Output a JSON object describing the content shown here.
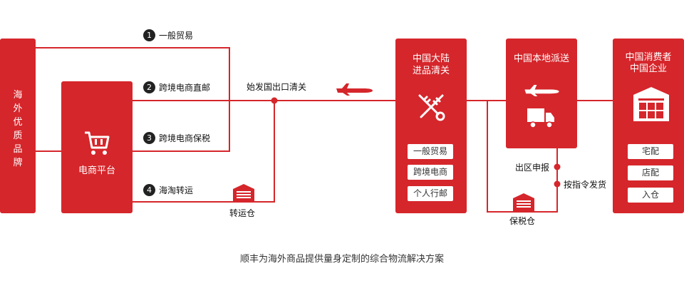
{
  "brand_box": {
    "label": "海外优质品牌",
    "chars": [
      "海",
      "外",
      "优",
      "质",
      "品",
      "牌"
    ]
  },
  "platform_box": {
    "label": "电商平台",
    "icon": "shopping-cart-icon"
  },
  "routes": [
    {
      "number": "1",
      "label": "一般贸易"
    },
    {
      "number": "2",
      "label": "跨境电商直邮"
    },
    {
      "number": "3",
      "label": "跨境电商保税"
    },
    {
      "number": "4",
      "label": "海淘转运"
    }
  ],
  "origin_clearance_label": "始发国出口清关",
  "transit_warehouse_label": "转运仓",
  "customs_box": {
    "title_line1": "中国大陆",
    "title_line2": "进品清关",
    "icon": "customs-key-icon",
    "items": [
      "一般贸易",
      "跨境电商",
      "个人行邮"
    ]
  },
  "delivery_box": {
    "title": "中国本地派送",
    "icons": [
      "airplane-icon",
      "truck-icon"
    ]
  },
  "consumer_box": {
    "title_line1": "中国消费者",
    "title_line2": "中国企业",
    "icon": "warehouse-icon",
    "items": [
      "宅配",
      "店配",
      "入仓"
    ]
  },
  "exit_declaration_label": "出区申报",
  "dispatch_label": "按指令发货",
  "bonded_warehouse_label": "保税仓",
  "caption": "顺丰为海外商品提供量身定制的综合物流解决方案",
  "colors": {
    "accent": "#d5262b",
    "line": "#d5262b",
    "badge": "#222222"
  }
}
